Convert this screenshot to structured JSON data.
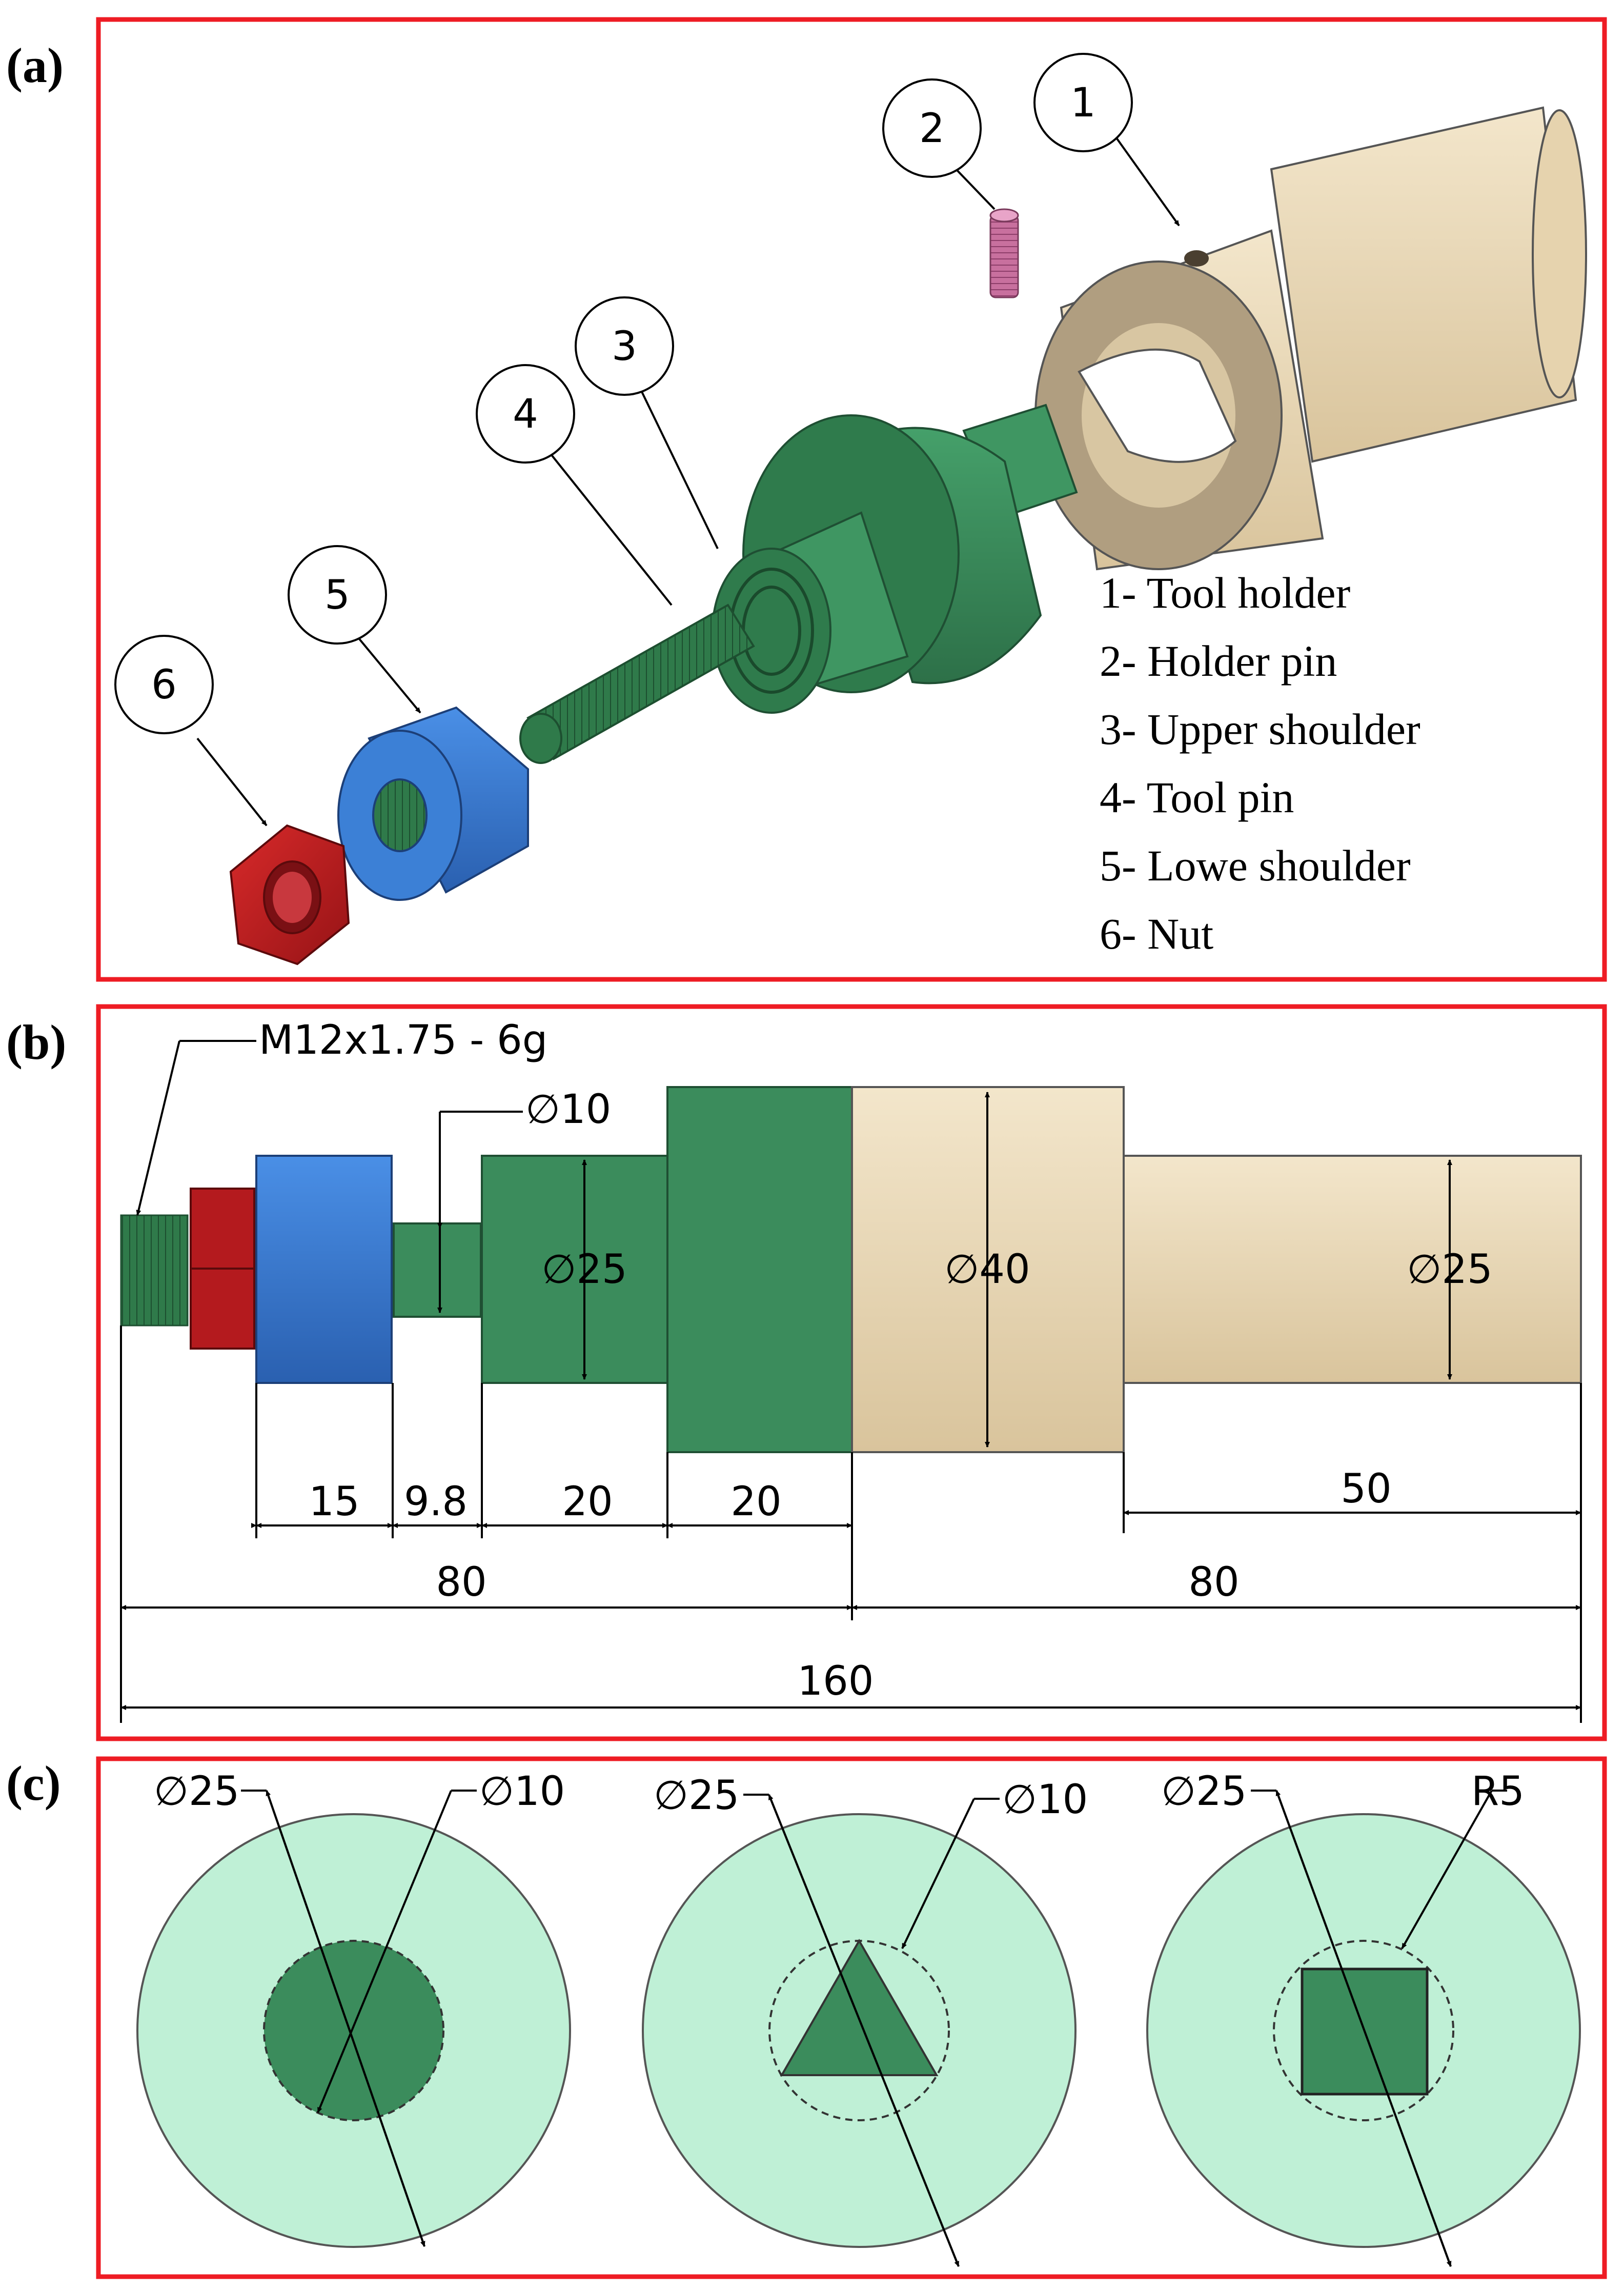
{
  "panels": {
    "a": {
      "label": "(a)"
    },
    "b": {
      "label": "(b)"
    },
    "c": {
      "label": "(c)"
    }
  },
  "callouts": [
    "1",
    "2",
    "3",
    "4",
    "5",
    "6"
  ],
  "legend": [
    "1- Tool holder",
    "2- Holder pin",
    "3- Upper shoulder",
    "4- Tool pin",
    "5- Lowe shoulder",
    "6- Nut"
  ],
  "drawing_b": {
    "thread": "M12x1.75 - 6g",
    "d_pin": "∅10",
    "d_shoulder": "∅25",
    "d_holder": "∅40",
    "d_shank": "∅25",
    "len_lower": "15",
    "len_pin": "9.8",
    "len_upper1": "20",
    "len_upper2": "20",
    "len_shank": "50",
    "len_left": "80",
    "len_right": "80",
    "len_total": "160"
  },
  "sections_c": [
    {
      "outer": "∅25",
      "inner": "∅10"
    },
    {
      "outer": "∅25",
      "inner": "∅10"
    },
    {
      "outer": "∅25",
      "inner": "R5"
    }
  ],
  "colors": {
    "frame": "#ee1c24",
    "holder": "#e8d6b3",
    "pin": "#c8709e",
    "shoulder": "#3b8c5c",
    "lower_shoulder": "#3277d0",
    "nut": "#c01a1e",
    "section_fill": "#bff0d6"
  }
}
